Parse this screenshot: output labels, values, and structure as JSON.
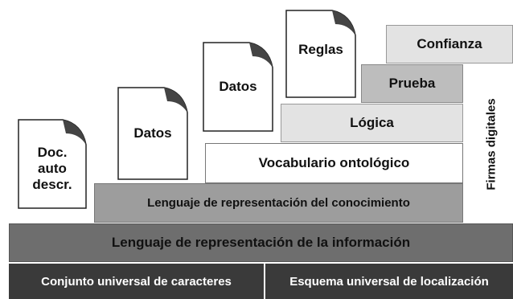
{
  "diagram": {
    "documents": [
      {
        "id": "doc-auto",
        "label": "Doc.\nauto\ndescr."
      },
      {
        "id": "datos-1",
        "label": "Datos"
      },
      {
        "id": "datos-2",
        "label": "Datos"
      },
      {
        "id": "reglas",
        "label": "Reglas"
      }
    ],
    "layers": {
      "confianza": "Confianza",
      "prueba": "Prueba",
      "logica": "Lógica",
      "vocabulario": "Vocabulario ontológico",
      "conocimiento": "Lenguaje de representación del conocimiento",
      "informacion": "Lenguaje de representación de la información",
      "caracteres": "Conjunto universal de caracteres",
      "localizacion": "Esquema universal de localización"
    },
    "side_label": "Firmas digitales"
  }
}
